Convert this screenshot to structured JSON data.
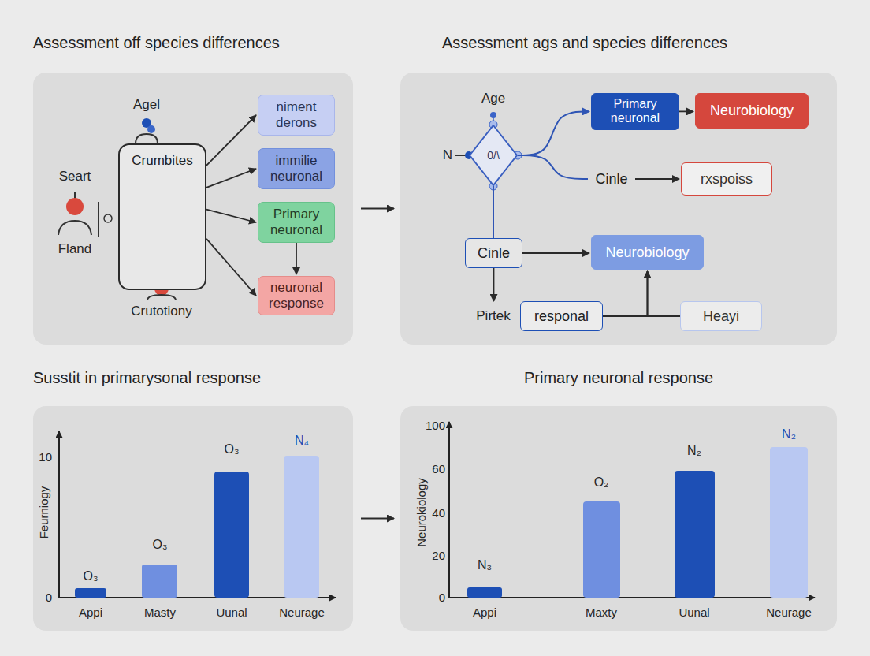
{
  "diagram": {
    "nodes": [
      {
        "text": [
          "Assessment off species differences"
        ]
      },
      {
        "text": [
          "Crumbites"
        ],
        "in": 0
      },
      {
        "text": [
          "niment derons"
        ],
        "in": 0
      },
      {
        "text": [
          "immilie neuronal"
        ],
        "in": 0
      },
      {
        "text": [
          "Primary neuronal"
        ],
        "in": 0
      },
      {
        "text": [
          "neuronal response"
        ],
        "in": 0
      },
      {
        "text": [
          "Assessment ags and species differences"
        ]
      },
      {
        "text": [
          "0/\\"
        ],
        "in": 6
      },
      {
        "text": [
          "Primary neuronal"
        ],
        "in": 6
      },
      {
        "text": [
          "Neurobiology"
        ],
        "in": 6
      },
      {
        "text": [
          "Cinle"
        ],
        "in": 6
      },
      {
        "text": [
          "rxspoiss"
        ],
        "in": 6
      },
      {
        "text": [
          "Cinle"
        ],
        "in": 6
      },
      {
        "text": [
          "Neurobiology"
        ],
        "in": 6
      },
      {
        "text": [
          "Pirtek"
        ],
        "in": 6
      },
      {
        "text": [
          "responal"
        ],
        "in": 6
      },
      {
        "text": [
          "Heayi"
        ],
        "in": 6
      },
      {
        "text": [
          "Susstit in primarysonal response"
        ]
      },
      {
        "text": [
          "Primary neuronal response"
        ]
      }
    ],
    "edges": [
      {
        "from": 0,
        "to": 6,
        "arrow": "to"
      },
      {
        "from": 1,
        "to": 2,
        "arrow": "to"
      },
      {
        "from": 1,
        "to": 3,
        "arrow": "to"
      },
      {
        "from": 1,
        "to": 4,
        "arrow": "to"
      },
      {
        "from": 1,
        "to": 5,
        "arrow": "to"
      },
      {
        "from": 4,
        "to": 5,
        "arrow": "to"
      },
      {
        "from": 7,
        "to": 8,
        "arrow": "to"
      },
      {
        "from": 7,
        "to": 10,
        "arrow": "none"
      },
      {
        "from": 8,
        "to": 9,
        "arrow": "to"
      },
      {
        "from": 10,
        "to": 11,
        "arrow": "to"
      },
      {
        "from": 7,
        "to": 12,
        "arrow": "none"
      },
      {
        "from": 12,
        "to": 13,
        "arrow": "to"
      },
      {
        "from": 12,
        "to": 14,
        "arrow": "to"
      },
      {
        "from": 15,
        "to": 13,
        "arrow": "to"
      },
      {
        "from": 16,
        "to": 13,
        "arrow": "to"
      },
      {
        "from": 17,
        "to": 18,
        "arrow": "to"
      }
    ],
    "labels": [
      "Agel",
      "Seart",
      "Fland",
      "Crutotiony",
      "Age",
      "N",
      "O₃",
      "O₃",
      "O₃",
      "N₄",
      "10",
      "0",
      "Feurniogy",
      "Appi",
      "Masty",
      "Uunal",
      "Neurage",
      "N₃",
      "O₂",
      "N₂",
      "N₂",
      "100",
      "60",
      "40",
      "20",
      "0",
      "Neurokiology",
      "Appi",
      "Maxty",
      "Uunal",
      "Neurage"
    ]
  }
}
